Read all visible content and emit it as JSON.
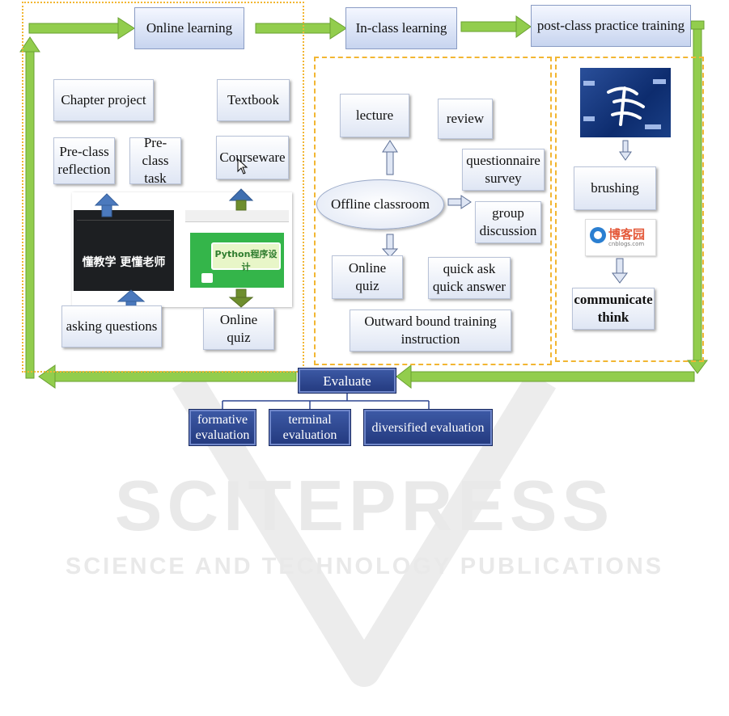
{
  "stages": {
    "online": "Online learning",
    "inclass": "In-class learning",
    "postclass": "post-class practice training"
  },
  "online_panel": {
    "chapter_project": "Chapter project",
    "textbook": "Textbook",
    "preclass_reflection": "Pre-class reflection",
    "preclass_task": "Pre-class task",
    "courseware": "Courseware",
    "asking_questions": "asking questions",
    "online_quiz": "Online quiz",
    "screenshot_left_text": "懂教学 更懂老师",
    "screenshot_right_text": "Python程序设计"
  },
  "inclass_panel": {
    "lecture": "lecture",
    "review": "review",
    "questionnaire": "questionnaire survey",
    "offline_classroom": "Offline classroom",
    "group_discussion": "group discussion",
    "online_quiz": "Online quiz",
    "quick_ask": "quick ask quick answer",
    "outward": "Outward bound training instruction"
  },
  "postclass_panel": {
    "brushing": "brushing",
    "blog_logo_text": "博客园",
    "blog_logo_sub": "cnblogs.com",
    "communicate": "communicate think"
  },
  "evaluate": {
    "title": "Evaluate",
    "items": [
      "formative evaluation",
      "terminal evaluation",
      "diversified evaluation"
    ]
  },
  "watermark": {
    "big": "SCITEPRESS",
    "small": "SCIENCE AND TECHNOLOGY PUBLICATIONS"
  },
  "colors": {
    "arrow_green": "#8cc63f",
    "arrow_blue": "#4a73b8",
    "dash_orange": "#f2b632",
    "eval_blue": "#2d4590"
  }
}
